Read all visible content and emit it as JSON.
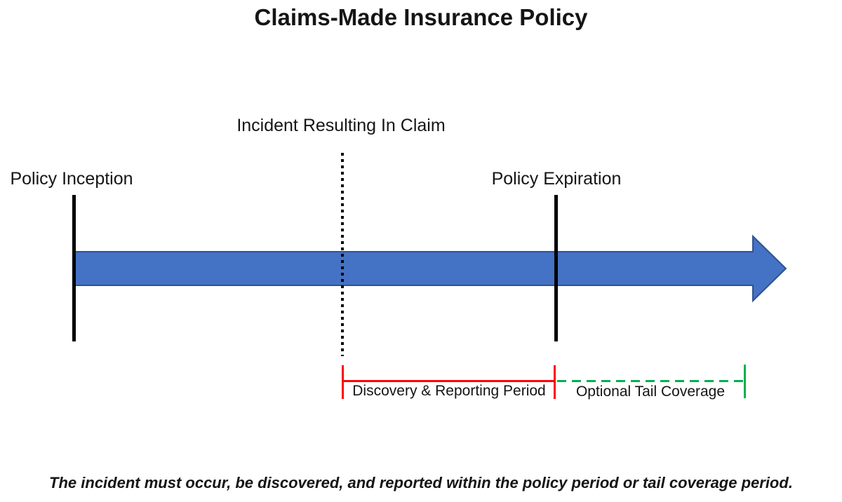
{
  "diagram": {
    "title": "Claims-Made Insurance Policy",
    "labels": {
      "incident": "Incident Resulting In Claim",
      "inception": "Policy Inception",
      "expiration": "Policy Expiration",
      "discovery_period": "Discovery & Reporting Period",
      "tail_coverage": "Optional Tail Coverage"
    },
    "footnote": "The incident must occur, be discovered, and reported within the policy period or tail coverage period."
  },
  "colors": {
    "arrow-fill": "#4472C4",
    "arrow-stroke": "#2F528F",
    "bracket-red": "#FF0000",
    "bracket-green": "#00B050",
    "line-black": "#000000"
  }
}
